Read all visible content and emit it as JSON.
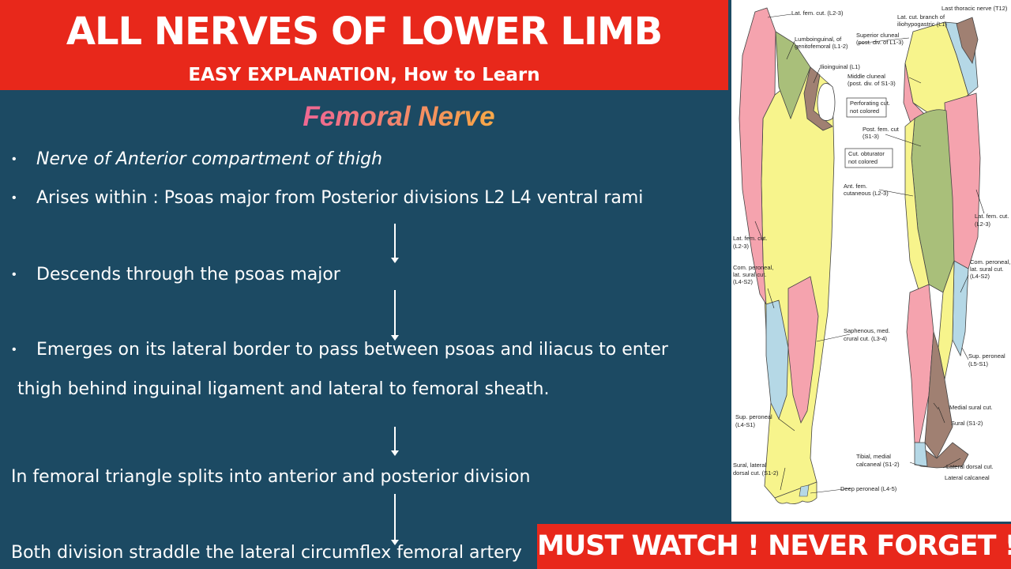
{
  "header": {
    "title": "ALL NERVES OF LOWER LIMB",
    "subtitle": "EASY EXPLANATION, How to Learn"
  },
  "section": {
    "title": "Femoral Nerve"
  },
  "points": [
    {
      "text": "Nerve of Anterior compartment of thigh"
    },
    {
      "text": "Arises within : Psoas major from Posterior divisions L2 L4 ventral rami"
    },
    {
      "text": "Descends through the psoas major"
    },
    {
      "text": "Emerges on its lateral border to pass between psoas and iliacus to enter"
    },
    {
      "text": "thigh behind inguinal ligament and lateral to femoral sheath."
    },
    {
      "text": "In femoral triangle splits into anterior and posterior division"
    },
    {
      "text": "Both division straddle the lateral circumflex femoral artery"
    }
  ],
  "banner": {
    "text": "MUST WATCH ! NEVER FORGET !"
  },
  "diagram": {
    "labels": [
      "Lat. fem. cut. (L2-3)",
      "Lumboinguinal, of",
      "genitofemoral (L1-2)",
      "Ilioinguinal (L1)",
      "Last thoracic nerve (T12)",
      "Lat. cut. branch of",
      "iliohypogastric (L1)",
      "Superior cluneal",
      "(post. div. of L1-3)",
      "Middle cluneal",
      "(post. div. of S1-3)",
      "Perforating cut.",
      "not colored",
      "Post. fem. cut",
      "(S1-3)",
      "Cut. obturator",
      "not colored",
      "Ant. fem.",
      "cutaneous (L2-3)",
      "Lat. fem. cut.",
      "(L2-3)",
      "Lat. fem. cut.",
      "(L2-3)",
      "Com. peroneal,",
      "lat. sural cut.",
      "(L4-S2)",
      "Com. peroneal,",
      "lat. sural cut.",
      "(L4-S2)",
      "Saphenous, med.",
      "crural cut. (L3-4)",
      "Sup. peroneal",
      "(L5-S1)",
      "Medial sural cut.",
      "Sural (S1-2)",
      "Sup. peroneal",
      "(L4-S1)",
      "Tibial, medial",
      "calcaneal (S1-2)",
      "Lateral dorsal cut.",
      "Lateral calcaneal",
      "Sural, lateral",
      "dorsal cut. (S1-2)",
      "Deep peroneal (L4-5)"
    ]
  }
}
